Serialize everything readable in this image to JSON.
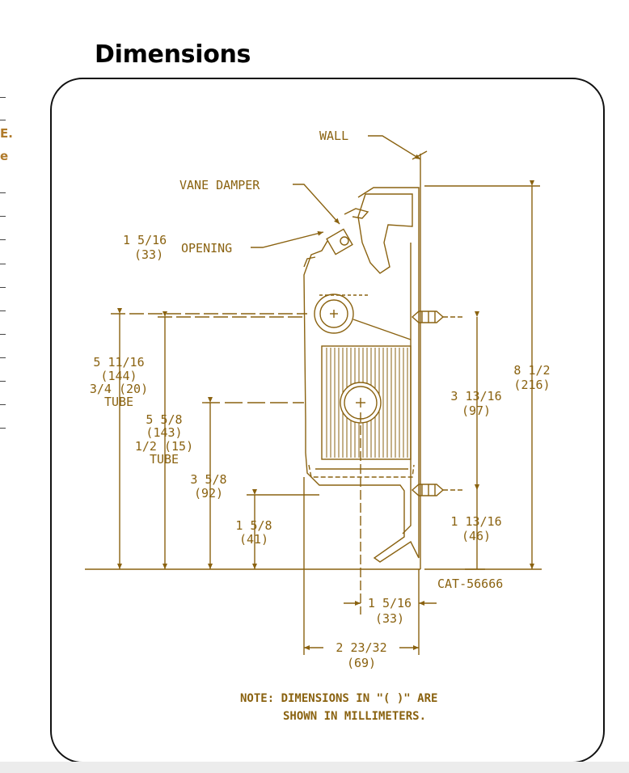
{
  "page": {
    "heading": "Dimensions",
    "margin_chars": [
      "E.",
      "e"
    ]
  },
  "colors": {
    "drawing": "#8a6210",
    "frame": "#111111",
    "heading": "#000000"
  },
  "drawing": {
    "labels": {
      "wall": "WALL",
      "vane_damper": "VANE DAMPER",
      "opening_dim": "1 5/16",
      "opening_mm": "(33)",
      "opening": "OPENING",
      "dim_a_1": "5 11/16",
      "dim_a_2": "(144)",
      "dim_a_3": "3/4 (20)",
      "dim_a_4": "TUBE",
      "dim_b_1": "5 5/8",
      "dim_b_2": "(143)",
      "dim_b_3": "1/2 (15)",
      "dim_b_4": "TUBE",
      "dim_c_1": "3 5/8",
      "dim_c_2": "(92)",
      "dim_d_1": "1 5/8",
      "dim_d_2": "(41)",
      "dim_e_1": "8 1/2",
      "dim_e_2": "(216)",
      "dim_f_1": "3 13/16",
      "dim_f_2": "(97)",
      "dim_g_1": "1 13/16",
      "dim_g_2": "(46)",
      "catalog": "CAT-56666",
      "dim_h_1": "1 5/16",
      "dim_h_2": "(33)",
      "dim_i_1": "2 23/32",
      "dim_i_2": "(69)",
      "note_1": "NOTE: DIMENSIONS IN \"( )\" ARE",
      "note_2": "SHOWN IN MILLIMETERS."
    }
  }
}
